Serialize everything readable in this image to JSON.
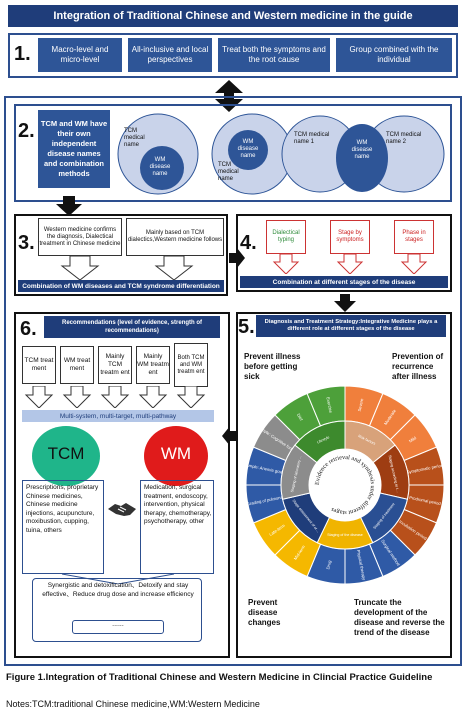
{
  "title": "Integration of Traditional Chinese and Western medicine in the guide",
  "section1": {
    "number": "1.",
    "items": [
      "Macro-level and micro-level",
      "All-inclusive and local perspectives",
      "Treat both the symptoms and the root cause",
      "Group combined  with the individual"
    ]
  },
  "section2": {
    "number": "2.",
    "header": "TCM and WM have their own independent disease names and combination methods",
    "venn1": {
      "outer": "TCM medical name",
      "inner": "WM disease name"
    },
    "venn2": {
      "outer": "WM disease name",
      "inner": "TCM medical name"
    },
    "venn3": {
      "left": "TCM medical name 1",
      "center": "WM disease name",
      "right": "TCM medical name  2"
    }
  },
  "section3": {
    "number": "3.",
    "left": "Western medicine confirms the diagnosis, Dialectical treatment in Chinese medicine",
    "right": "Mainly based on TCM dialectics,Western medicine follows",
    "footer": "Combination of WM diseases and TCM syndrome differentiation"
  },
  "section4": {
    "number": "4.",
    "stages": [
      "Dialectical typing",
      "Stage by symptoms",
      "Phase in stages"
    ],
    "footer": "Combination at different stages of the disease"
  },
  "section5": {
    "number": "5.",
    "header": "Diagnosis and Treatment Strategy:Integrative Medicine plays a different role at different stages of the disease",
    "q_tl": "Prevent illness before getting sick",
    "q_tr": "Prevention of recurrence after illness",
    "q_bl": "Prevent disease changes",
    "q_br": "Truncate the development of the disease and reverse the trend of the disease",
    "center": "Evidence retrieval and synthesis under different stages",
    "ring": [
      {
        "label": "Severe",
        "color": "#f07f3c"
      },
      {
        "label": "Moderate",
        "color": "#f07f3c"
      },
      {
        "label": "Mild",
        "color": "#f07f3c"
      },
      {
        "label": "Symptomatic period",
        "color": "#b8501b"
      },
      {
        "label": "Prodromal period",
        "color": "#b8501b"
      },
      {
        "label": "Incubation period",
        "color": "#b8501b"
      },
      {
        "label": "Surgical method",
        "color": "#2f5aa6"
      },
      {
        "label": "Physical therapy",
        "color": "#2f5aa6"
      },
      {
        "label": "Drug",
        "color": "#2f5aa6"
      },
      {
        "label": "Mid-term",
        "color": "#f5b800"
      },
      {
        "label": "Late-term",
        "color": "#f5b800"
      },
      {
        "label": "Example: Grading of pulmonary function",
        "color": "#2f5aa6"
      },
      {
        "label": "Example: Anemia grading",
        "color": "#2f5aa6"
      },
      {
        "label": "Example: Cognitive function",
        "color": "#8c8c8c"
      },
      {
        "label": "Diet",
        "color": "#4da03a"
      },
      {
        "label": "Exercise",
        "color": "#4da03a"
      }
    ],
    "inner_ring": [
      {
        "label": "Risk factors",
        "color": "#d8a27a"
      },
      {
        "label": "Staging according to the course of the disease",
        "color": "#9e3d12"
      },
      {
        "label": "Staging of treatment",
        "color": "#2a4f93"
      },
      {
        "label": "Staging of the disease",
        "color": "#f0b400"
      },
      {
        "label": "Stage assessment of organ",
        "color": "#1f3d7a"
      },
      {
        "label": "Staging of laboratory indicators",
        "color": "#8c8c8c"
      },
      {
        "label": "Lifestyle",
        "color": "#3d8a2d"
      }
    ]
  },
  "section6": {
    "number": "6.",
    "header": "Recommendations (level of evidence, strength of recommendations)",
    "options": [
      "TCM treat ment",
      "WM treat ment",
      "Mainly TCM treatm ent",
      "Mainly WM treatm ent",
      "Both TCM and WM treatm ent"
    ],
    "multibar": "Multi-system, multi-target, multi-pathway",
    "tcm": "TCM",
    "wm": "WM",
    "tcm_list": "Prescriptions, proprietary Chinese medicines, Chinese medicine injections, acupuncture, moxibustion, cupping, tuina, others",
    "wm_list": "Medication, surgical treatment, endoscopy, intervention, physical therapy, chemotherapy, psychotherapy, other",
    "synergy": "Synergistic and detoxification、Detoxify and stay effective、Reduce drug dose and increase efficiency",
    "ellipsis": "......"
  },
  "caption": {
    "title": "Figure 1.Integration of Traditional Chinese and Western Medicine in Clincial Practice Guideline",
    "notes": "Notes:TCM:traditional Chinese medicine,WM:Western Medicine"
  },
  "colors": {
    "navy": "#1f3d7a",
    "tcm_green": "#1fb58a",
    "wm_red": "#e01b1b",
    "light_blue": "#b3c6e7"
  }
}
